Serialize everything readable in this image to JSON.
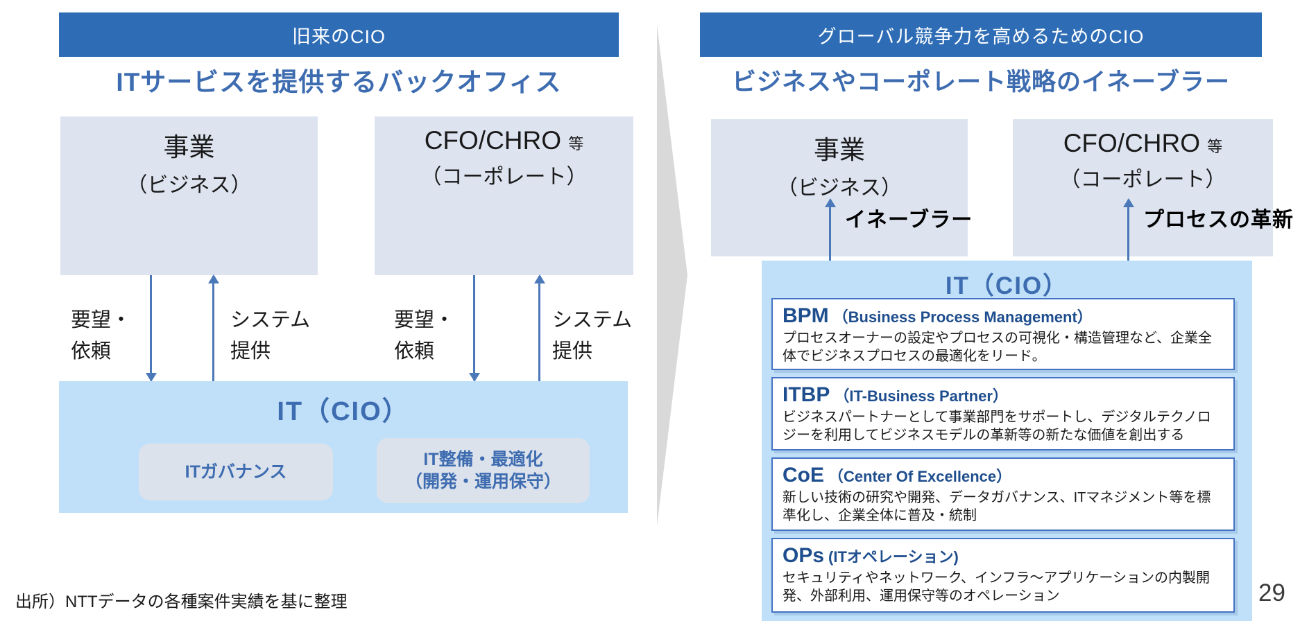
{
  "colors": {
    "header-blue": "#2e6db6",
    "title-blue": "#3e6cb0",
    "panel-gray": "#dde4f0",
    "itbox-blue": "#bfe0f8",
    "inner-gray": "#dbe2ec",
    "arrow-blue": "#4a78b8",
    "func-border": "#4472c4",
    "acronym-navy": "#1f4e8e",
    "mid-gray": "#d9d9d9",
    "text-dark": "#1a1a1a"
  },
  "left_panel": {
    "header": "旧来のCIO",
    "title": "ITサービスを提供するバックオフィス",
    "business_box": {
      "title": "事業",
      "subtitle": "（ビジネス）"
    },
    "corporate_box": {
      "title": "CFO/CHRO",
      "suffix": "等",
      "subtitle": "（コーポレート）"
    },
    "flow_request": {
      "line1": "要望・",
      "line2": "依頼"
    },
    "flow_system": {
      "line1": "システム",
      "line2": "提供"
    },
    "it_box": {
      "title": "IT（CIO）",
      "governance": "ITガバナンス",
      "optimization_line1": "IT整備・最適化",
      "optimization_line2": "（開発・運用保守）"
    }
  },
  "right_panel": {
    "header": "グローバル競争力を高めるためのCIO",
    "title": "ビジネスやコーポレート戦略のイネーブラー",
    "business_box": {
      "title": "事業",
      "subtitle": "（ビジネス）"
    },
    "corporate_box": {
      "title": "CFO/CHRO",
      "suffix": "等",
      "subtitle": "（コーポレート）"
    },
    "enabler_label": "イネーブラー",
    "process_label": "プロセスの革新",
    "it_box": {
      "title": "IT（CIO）",
      "functions": [
        {
          "acronym": "BPM",
          "fullname": "（Business Process Management）",
          "description": "プロセスオーナーの設定やプロセスの可視化・構造管理など、企業全体でビジネスプロセスの最適化をリード。"
        },
        {
          "acronym": "ITBP",
          "fullname": "（IT-Business Partner）",
          "description": "ビジネスパートナーとして事業部門をサポートし、デジタルテクノロジーを利用してビジネスモデルの革新等の新たな価値を創出する"
        },
        {
          "acronym": "CoE",
          "fullname": "（Center Of Excellence）",
          "description": "新しい技術の研究や開発、データガバナンス、ITマネジメント等を標準化し、企業全体に普及・統制"
        },
        {
          "acronym": "OPs",
          "fullname": "(ITオペレーション)",
          "description": "セキュリティやネットワーク、インフラ～アプリケーションの内製開発、外部利用、運用保守等のオペレーション"
        }
      ]
    }
  },
  "footer": {
    "source": "出所）NTTデータの各種案件実績を基に整理",
    "page": "29"
  }
}
